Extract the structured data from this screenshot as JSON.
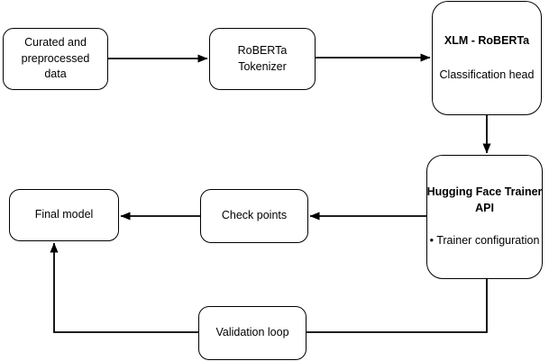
{
  "colors": {
    "background": "#ffffff",
    "node_fill": "#ffffff",
    "stroke": "#000000",
    "text": "#000000"
  },
  "nodes": {
    "curated_data": {
      "label": "Curated and\npreprocessed\ndata"
    },
    "roberta_tokenizer": {
      "label": "RoBERTa\nTokenizer"
    },
    "xlm_roberta": {
      "title": "XLM - RoBERTa",
      "subtitle": "Classification head"
    },
    "trainer_api": {
      "title": "Hugging Face Trainer\nAPI",
      "bullet": "• Trainer configuration"
    },
    "check_points": {
      "label": "Check points"
    },
    "final_model": {
      "label": "Final model"
    },
    "validation_loop": {
      "label": "Validation loop"
    }
  },
  "edges": [
    {
      "from": "curated_data",
      "to": "roberta_tokenizer",
      "arrow": true
    },
    {
      "from": "roberta_tokenizer",
      "to": "xlm_roberta",
      "arrow": true
    },
    {
      "from": "xlm_roberta",
      "to": "trainer_api",
      "arrow": true
    },
    {
      "from": "trainer_api",
      "to": "check_points",
      "arrow": true
    },
    {
      "from": "check_points",
      "to": "final_model",
      "arrow": true
    },
    {
      "from": "trainer_api",
      "to": "validation_loop",
      "arrow": false
    },
    {
      "from": "validation_loop",
      "to": "final_model",
      "arrow": true
    }
  ]
}
